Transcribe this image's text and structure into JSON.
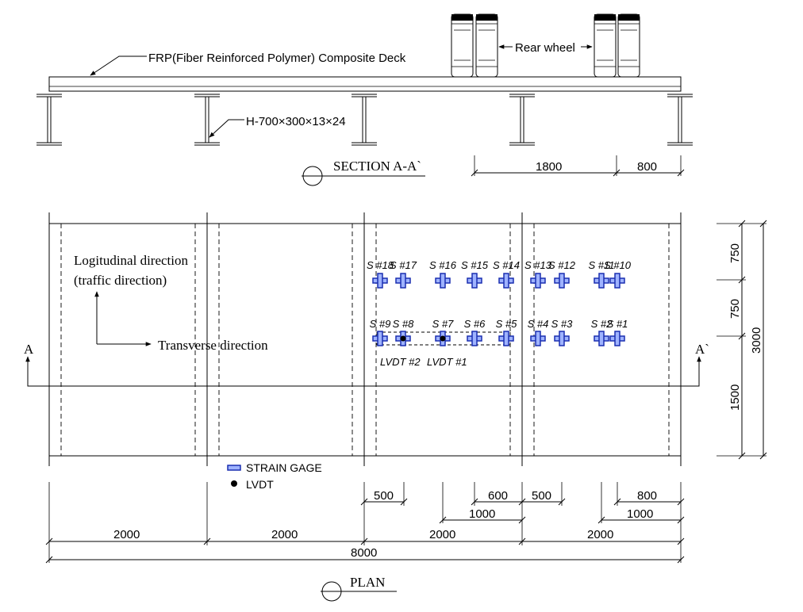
{
  "section": {
    "deck_label": "FRP(Fiber Reinforced Polymer) Composite Deck",
    "girder_label": "H-700×300×13×24",
    "wheel_label": "Rear wheel",
    "title": "SECTION A-A`",
    "dims": [
      "1800",
      "800"
    ]
  },
  "plan": {
    "title": "PLAN",
    "direction_long_1": "Logitudinal direction",
    "direction_long_2": "(traffic direction)",
    "direction_trans": "Transverse direction",
    "cut_left": "A",
    "cut_right": "A`",
    "gauges_top": [
      "S #18",
      "S #17",
      "S #16",
      "S #15",
      "S #14",
      "S #13",
      "S #12",
      "S #11",
      "S #10"
    ],
    "gauges_bottom": [
      "S #9",
      "S #8",
      "S #7",
      "S #6",
      "S #5",
      "S #4",
      "S #3",
      "S #2",
      "S #1"
    ],
    "lvdt_labels": [
      "LVDT #2",
      "LVDT #1"
    ],
    "legend": {
      "strain": "STRAIN GAGE",
      "lvdt": "LVDT"
    },
    "bottom_dims": {
      "small": [
        "500",
        "600",
        "500",
        "800"
      ],
      "mid": [
        "1000",
        "1000"
      ],
      "spans": [
        "2000",
        "2000",
        "2000",
        "2000"
      ],
      "total": "8000"
    },
    "right_dims": [
      "750",
      "750",
      "1500",
      "3000"
    ]
  },
  "colors": {
    "gauge": "#1a2fb0",
    "gauge_fill": "#9fb3ff",
    "line": "#000000"
  }
}
